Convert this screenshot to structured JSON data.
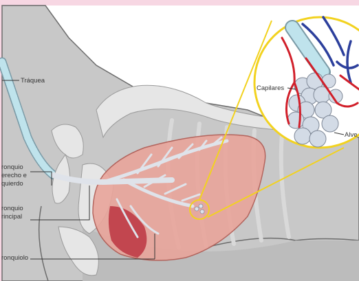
{
  "labels": {
    "traquea": "Tráquea",
    "bronquio_derecho_1": "ronquio",
    "bronquio_derecho_2": "erecho e",
    "bronquio_derecho_3": "quierdo",
    "bronquio_principal_1": "ronquio",
    "bronquio_principal_2": "rincipal",
    "bronquiolo": "ronquiolo",
    "capilares": "Capilares",
    "alveolos": "Alve"
  },
  "colors": {
    "frame": "#f7d7e3",
    "background": "#ffffff",
    "body": "#c8c8c8",
    "body_outline": "#6c6c6c",
    "bone": "#e6e6e6",
    "lung": "#e9a59b",
    "lung_dark": "#c2464f",
    "bronchi": "#dfe3ea",
    "trachea": "#bfe3ec",
    "highlight_ring": "#f2d21f",
    "artery": "#d11f2a",
    "vein": "#2c3f9c",
    "alveoli": "#d3dbe6"
  }
}
